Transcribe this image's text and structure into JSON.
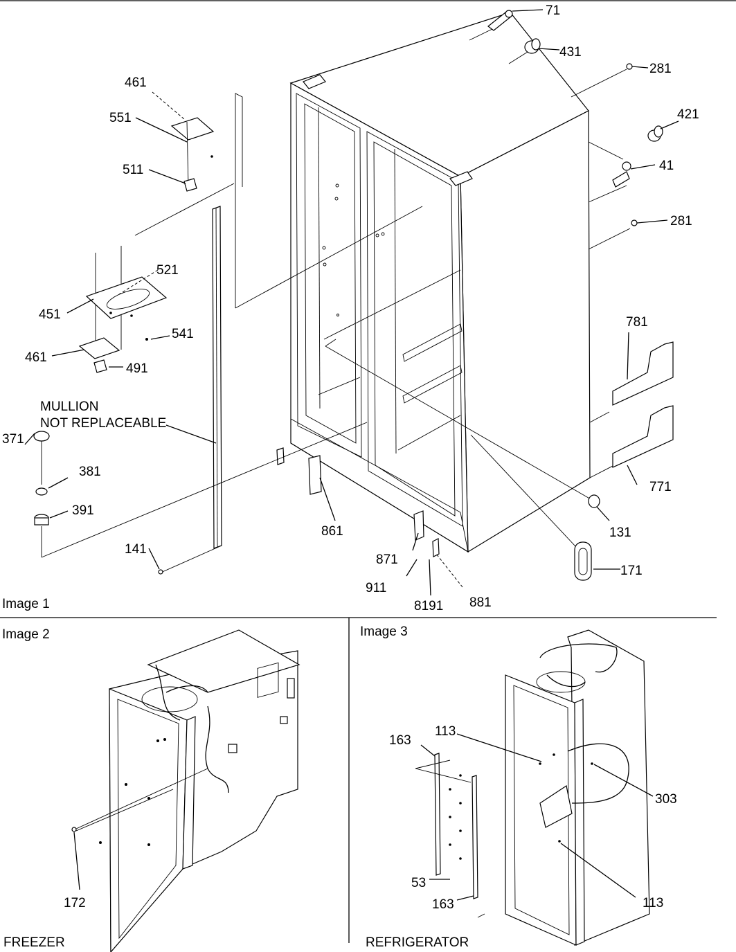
{
  "panels": {
    "image1": {
      "caption": "Image 1",
      "note_line1": "MULLION",
      "note_line2": "NOT REPLACEABLE",
      "callouts": {
        "c71": "71",
        "c431": "431",
        "c281a": "281",
        "c421": "421",
        "c41": "41",
        "c281b": "281",
        "c461a": "461",
        "c551": "551",
        "c511": "511",
        "c521": "521",
        "c451": "451",
        "c541": "541",
        "c461b": "461",
        "c491": "491",
        "c781": "781",
        "c771": "771",
        "c371": "371",
        "c381": "381",
        "c391": "391",
        "c141": "141",
        "c861": "861",
        "c131": "131",
        "c871": "871",
        "c171": "171",
        "c911": "911",
        "c8191": "8191",
        "c881": "881"
      }
    },
    "image2": {
      "caption": "Image 2",
      "title": "FREEZER",
      "callouts": {
        "c172": "172"
      }
    },
    "image3": {
      "caption": "Image 3",
      "title": "REFRIGERATOR",
      "callouts": {
        "c163a": "163",
        "c113a": "113",
        "c303": "303",
        "c53": "53",
        "c163b": "163",
        "c113b": "113"
      }
    }
  }
}
